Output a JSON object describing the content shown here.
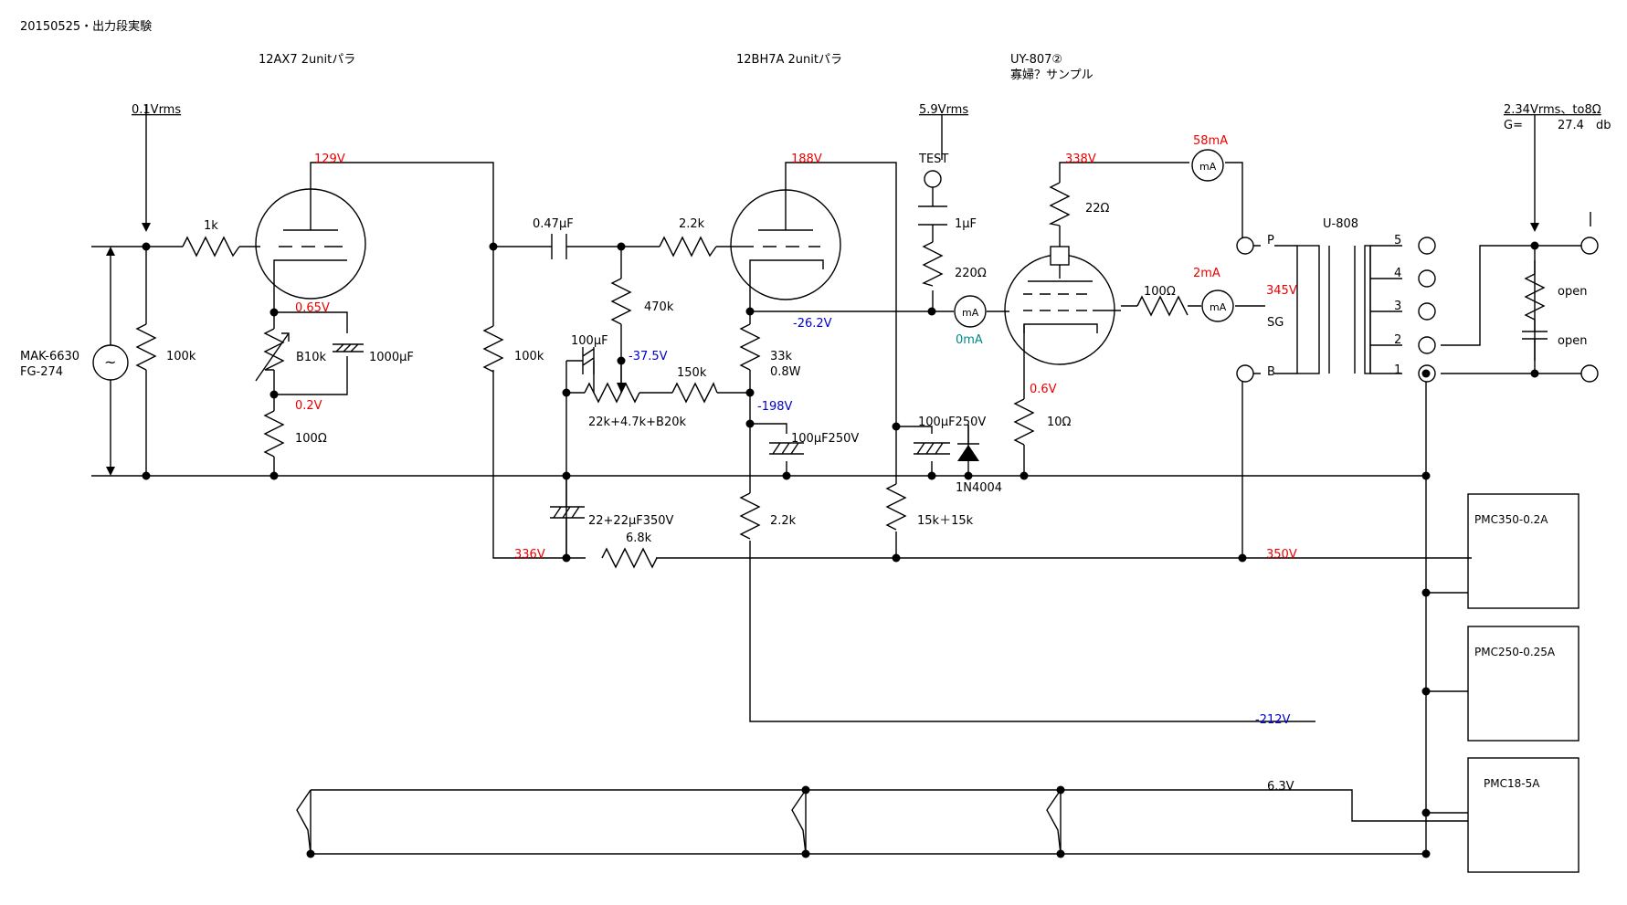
{
  "title": "20150525・出力段実験",
  "colors": {
    "voltage": "#ee0000",
    "negative": "#0000cc",
    "current_zero": "#008888",
    "line": "#000000"
  },
  "stages": {
    "s1": "12AX7 2unitパラ",
    "s2": "12BH7A 2unitパラ",
    "s3a": "UY-807②",
    "s3b": "寡婦？サンプル"
  },
  "signals": {
    "input": "0.1Vrms",
    "test": "5.9Vrms",
    "output": "2.34Vrms、to8Ω",
    "gain_label": "G=",
    "gain_value": "27.4",
    "gain_unit": "db",
    "test_label": "TEST"
  },
  "source": {
    "l1": "MAK-6630",
    "l2": "FG-274",
    "symbol": "~"
  },
  "parts": {
    "r_in": "1k",
    "r_grid": "100k",
    "pot_k": "B10k",
    "c_k": "1000μF",
    "r_k": "100Ω",
    "r_load1": "100k",
    "c_coup": "0.47μF",
    "r_470": "470k",
    "c_100a": "100μF",
    "r_150": "150k",
    "r_adj": "22k+4.7k+B20k",
    "r_22g": "2.2k",
    "r_33": "33k",
    "r_33w": "0.8W",
    "c_250a": "100μF250V",
    "c_250b": "100μF250V",
    "c_350": "22+22μF350V",
    "r_68": "6.8k",
    "r_22b": "2.2k",
    "r_15": "15k＋15k",
    "diode": "1N4004",
    "c_1u": "1μF",
    "r_220": "220Ω",
    "r_22ohm": "22Ω",
    "r_100ohm": "100Ω",
    "r_10ohm": "10Ω",
    "transformer": "U-808",
    "open1": "open",
    "open2": "open",
    "ma": "mA"
  },
  "voltages": {
    "v129": "129V",
    "v065": "0.65V",
    "v02": "0.2V",
    "v336": "336V",
    "v188": "188V",
    "v262": "-26.2V",
    "v375": "-37.5V",
    "v198": "-198V",
    "v338": "338V",
    "v345": "345V",
    "v06": "0.6V",
    "v350": "350V",
    "v212": "-212V",
    "v63": "6.3V"
  },
  "currents": {
    "i58": "58mA",
    "i2": "2mA",
    "i0": "0mA"
  },
  "ot_pins": {
    "p": "P",
    "sg": "SG",
    "b": "B",
    "n5": "5",
    "n4": "4",
    "n3": "3",
    "n2": "2",
    "n1": "1"
  },
  "supplies": {
    "ps1": "PMC350-0.2A",
    "ps2": "PMC250-0.25A",
    "ps3": "PMC18-5A"
  }
}
